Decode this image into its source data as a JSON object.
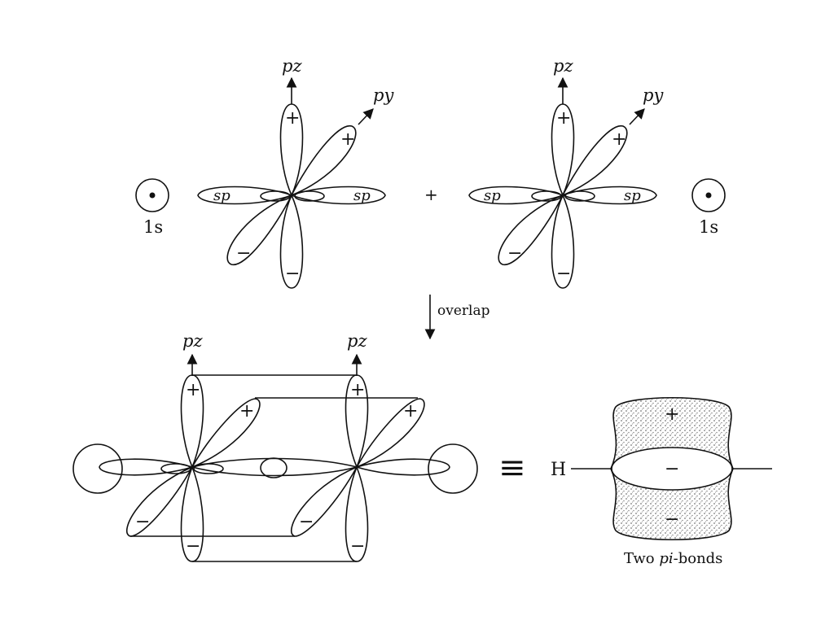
{
  "labels": {
    "pz": "pz",
    "py": "py",
    "sp": "sp",
    "one_s": "1s",
    "plus": "+",
    "minus": "−",
    "combine": "+",
    "overlap": "overlap",
    "equiv": "≡",
    "hydrogen": "H",
    "pi_caption_pre": "Two ",
    "pi_caption_pi": "pi",
    "pi_caption_post": "-bonds"
  },
  "colors": {
    "ink": "#111111",
    "stipple": "#8a8a8a",
    "background": "#ffffff"
  }
}
